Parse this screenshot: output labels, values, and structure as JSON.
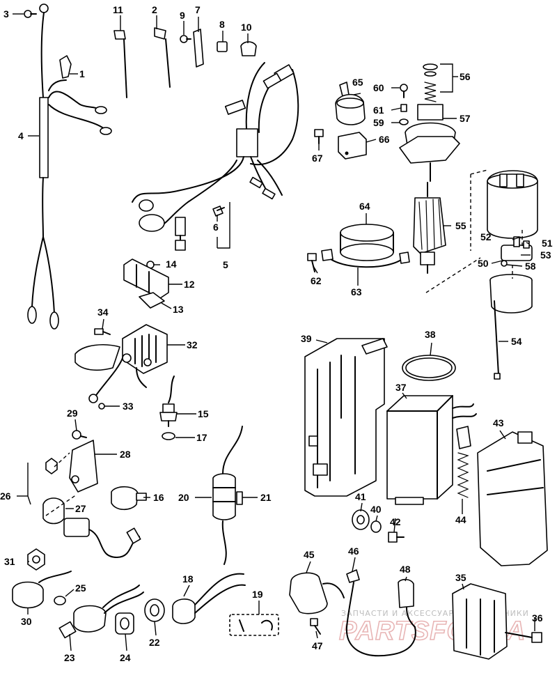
{
  "watermark": {
    "line1": "ЗАПЧАСТИ И АКСЕССУАРЫ ДЛЯ ТЕХНИКИ",
    "line2": "PARTSFONSA"
  },
  "callouts": [
    {
      "id": "c1",
      "label": "1"
    },
    {
      "id": "c2",
      "label": "2"
    },
    {
      "id": "c3",
      "label": "3"
    },
    {
      "id": "c4",
      "label": "4"
    },
    {
      "id": "c5",
      "label": "5"
    },
    {
      "id": "c6",
      "label": "6"
    },
    {
      "id": "c7",
      "label": "7"
    },
    {
      "id": "c8",
      "label": "8"
    },
    {
      "id": "c9",
      "label": "9"
    },
    {
      "id": "c10",
      "label": "10"
    },
    {
      "id": "c11",
      "label": "11"
    },
    {
      "id": "c12",
      "label": "12"
    },
    {
      "id": "c13",
      "label": "13"
    },
    {
      "id": "c14",
      "label": "14"
    },
    {
      "id": "c15",
      "label": "15"
    },
    {
      "id": "c16",
      "label": "16"
    },
    {
      "id": "c17",
      "label": "17"
    },
    {
      "id": "c18",
      "label": "18"
    },
    {
      "id": "c19",
      "label": "19"
    },
    {
      "id": "c20",
      "label": "20"
    },
    {
      "id": "c21",
      "label": "21"
    },
    {
      "id": "c22",
      "label": "22"
    },
    {
      "id": "c23",
      "label": "23"
    },
    {
      "id": "c24",
      "label": "24"
    },
    {
      "id": "c25",
      "label": "25"
    },
    {
      "id": "c26",
      "label": "26"
    },
    {
      "id": "c27",
      "label": "27"
    },
    {
      "id": "c28",
      "label": "28"
    },
    {
      "id": "c29",
      "label": "29"
    },
    {
      "id": "c30",
      "label": "30"
    },
    {
      "id": "c31",
      "label": "31"
    },
    {
      "id": "c32",
      "label": "32"
    },
    {
      "id": "c33",
      "label": "33"
    },
    {
      "id": "c34",
      "label": "34"
    },
    {
      "id": "c35",
      "label": "35"
    },
    {
      "id": "c36",
      "label": "36"
    },
    {
      "id": "c37",
      "label": "37"
    },
    {
      "id": "c38",
      "label": "38"
    },
    {
      "id": "c39",
      "label": "39"
    },
    {
      "id": "c40",
      "label": "40"
    },
    {
      "id": "c41",
      "label": "41"
    },
    {
      "id": "c42",
      "label": "42"
    },
    {
      "id": "c43",
      "label": "43"
    },
    {
      "id": "c44",
      "label": "44"
    },
    {
      "id": "c45",
      "label": "45"
    },
    {
      "id": "c46",
      "label": "46"
    },
    {
      "id": "c47",
      "label": "47"
    },
    {
      "id": "c48",
      "label": "48"
    },
    {
      "id": "c50",
      "label": "50"
    },
    {
      "id": "c51",
      "label": "51"
    },
    {
      "id": "c52",
      "label": "52"
    },
    {
      "id": "c53",
      "label": "53"
    },
    {
      "id": "c54",
      "label": "54"
    },
    {
      "id": "c55",
      "label": "55"
    },
    {
      "id": "c56",
      "label": "56"
    },
    {
      "id": "c57",
      "label": "57"
    },
    {
      "id": "c58",
      "label": "58"
    },
    {
      "id": "c59",
      "label": "59"
    },
    {
      "id": "c60",
      "label": "60"
    },
    {
      "id": "c61",
      "label": "61"
    },
    {
      "id": "c62",
      "label": "62"
    },
    {
      "id": "c63",
      "label": "63"
    },
    {
      "id": "c64",
      "label": "64"
    },
    {
      "id": "c65",
      "label": "65"
    },
    {
      "id": "c66",
      "label": "66"
    },
    {
      "id": "c67",
      "label": "67"
    }
  ]
}
